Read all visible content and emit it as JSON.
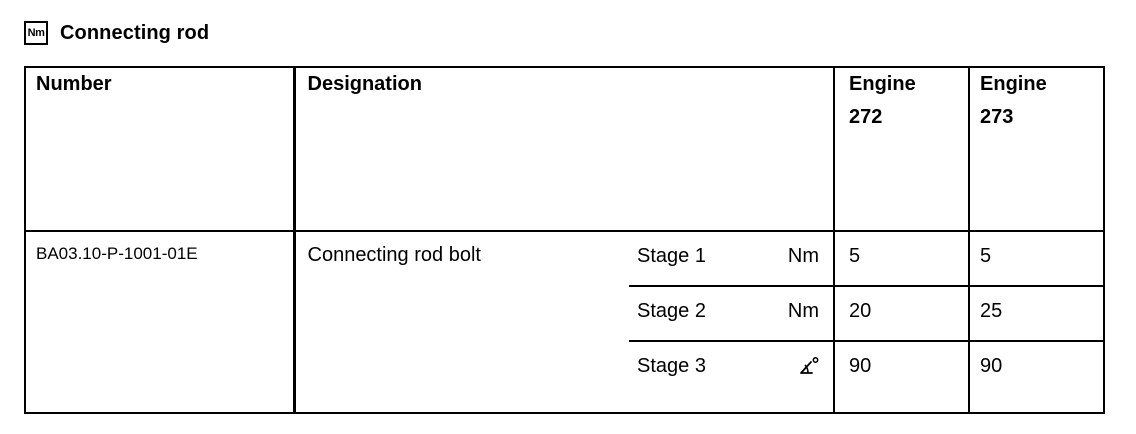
{
  "section": {
    "icon": "nm-torque-icon",
    "icon_text": "Nm",
    "title": "Connecting rod"
  },
  "table": {
    "headers": {
      "number": "Number",
      "designation": "Designation",
      "engine1_line1": "Engine",
      "engine1_line2": "272",
      "engine2_line1": "Engine",
      "engine2_line2": "273"
    },
    "number": "BA03.10-P-1001-01E",
    "designation": "Connecting rod bolt",
    "stages": [
      {
        "stage": "Stage 1",
        "unit": "Nm",
        "engine272": "5",
        "engine273": "5"
      },
      {
        "stage": "Stage 2",
        "unit": "Nm",
        "engine272": "20",
        "engine273": "25"
      },
      {
        "stage": "Stage 3",
        "unit_icon": "angle-degree-icon",
        "engine272": "90",
        "engine273": "90"
      }
    ]
  }
}
